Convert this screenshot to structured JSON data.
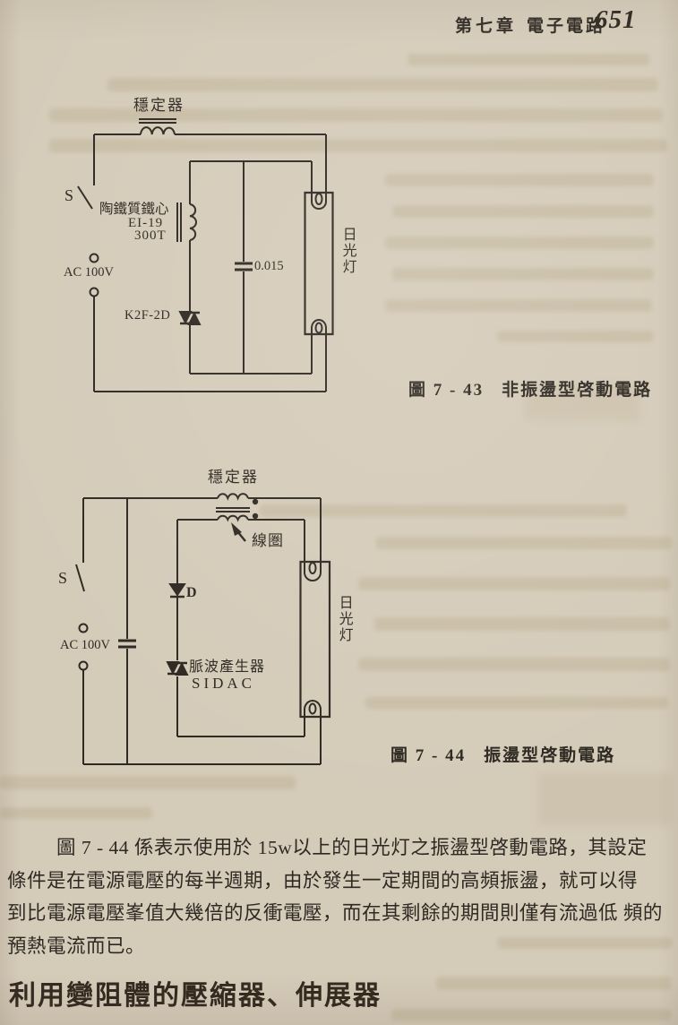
{
  "colors": {
    "paper": "#d5cbb9",
    "ink": "#2e2922",
    "ghost": "#b3a482"
  },
  "header": {
    "chapter": "第七章",
    "title": "電子電路",
    "page_number": "651"
  },
  "figure_43": {
    "caption_number": "圖 7 - 43",
    "caption_title": "非振盪型啓動電路",
    "labels": {
      "ballast": "穩定器",
      "switch": "S",
      "core": "陶鐵質鐵心",
      "core_model": "EI-19",
      "core_turns": "300T",
      "source": "AC 100V",
      "diac": "K2F-2D",
      "capacitor": "0.015",
      "lamp": "日光灯"
    }
  },
  "figure_44": {
    "caption_number": "圖 7 - 44",
    "caption_title": "振盪型啓動電路",
    "labels": {
      "ballast": "穩定器",
      "coil": "線圏",
      "switch": "S",
      "diode": "D",
      "source": "AC 100V",
      "pulse_generator": "脈波產生器",
      "pulse_generator_model": "SIDAC",
      "lamp": "日光灯"
    }
  },
  "body": {
    "paragraph_lines": [
      "圖 7 - 44 係表示使用於 15w以上的日光灯之振盪型啓動電路，其設定",
      "條件是在電源電壓的每半週期，由於發生一定期間的高頻振盪，就可以得",
      "到比電源電壓峯值大幾倍的反衝電壓，而在其剩餘的期間則僅有流過低 頻的",
      "預熱電流而已。"
    ],
    "section_heading": "利用變阻體的壓縮器、伸展器"
  }
}
